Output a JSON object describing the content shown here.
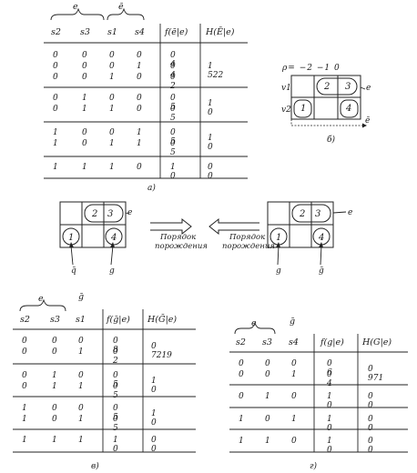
{
  "table_a": {
    "group_e": "e",
    "group_ebar": "ē",
    "headers": [
      "s2",
      "s3",
      "s1",
      "s4",
      "f(ē|e)",
      "H(Ē|e)"
    ],
    "groups": [
      {
        "rows": [
          [
            "0",
            "0",
            "0",
            "0",
            "0 4"
          ],
          [
            "0",
            "0",
            "0",
            "1",
            "0 4"
          ],
          [
            "0",
            "0",
            "1",
            "0",
            "0 2"
          ]
        ],
        "h": "1 522"
      },
      {
        "rows": [
          [
            "0",
            "1",
            "0",
            "0",
            "0 5"
          ],
          [
            "0",
            "1",
            "1",
            "0",
            "0 5"
          ]
        ],
        "h": "1 0"
      },
      {
        "rows": [
          [
            "1",
            "0",
            "0",
            "1",
            "0 5"
          ],
          [
            "1",
            "0",
            "1",
            "1",
            "0 5"
          ]
        ],
        "h": "1 0"
      },
      {
        "rows": [
          [
            "1",
            "1",
            "1",
            "0",
            "1 0"
          ]
        ],
        "h": "0 0"
      }
    ],
    "caption": "а)"
  },
  "diagram_b": {
    "rho_label": "ρ= −2 −1 0",
    "row_labels": [
      "v1",
      "v2"
    ],
    "cells": [
      "2",
      "3",
      "1",
      "4"
    ],
    "e_label": "e",
    "ebar_label": "ē",
    "caption": "б)"
  },
  "middle": {
    "left_cells": [
      "2",
      "3",
      "1",
      "4"
    ],
    "left_e": "e",
    "left_q": "q̄",
    "left_g": "g",
    "right_cells": [
      "2",
      "3",
      "1",
      "4"
    ],
    "right_e": "e",
    "right_g": "g",
    "right_gbar": "ḡ",
    "arrow_text_left_1": "Порядок",
    "arrow_text_left_2": "порождения",
    "arrow_text_right_1": "Порядок",
    "arrow_text_right_2": "порождения"
  },
  "table_v": {
    "group_e": "e",
    "group_gbar": "ḡ",
    "headers": [
      "s2",
      "s3",
      "s1",
      "f(ḡ|e)",
      "H(Ḡ|e)"
    ],
    "groups": [
      {
        "rows": [
          [
            "0",
            "0",
            "0",
            "0 8"
          ],
          [
            "0",
            "0",
            "1",
            "0 2"
          ]
        ],
        "h": "0 7219"
      },
      {
        "rows": [
          [
            "0",
            "1",
            "0",
            "0 5"
          ],
          [
            "0",
            "1",
            "1",
            "0 5"
          ]
        ],
        "h": "1 0"
      },
      {
        "rows": [
          [
            "1",
            "0",
            "0",
            "0 5"
          ],
          [
            "1",
            "0",
            "1",
            "0 5"
          ]
        ],
        "h": "1 0"
      },
      {
        "rows": [
          [
            "1",
            "1",
            "1",
            "1 0"
          ]
        ],
        "h": "0 0"
      }
    ],
    "caption": "в)"
  },
  "table_g": {
    "group_e": "e",
    "group_gbar": "ḡ",
    "headers": [
      "s2",
      "s3",
      "s4",
      "f(g|e)",
      "H(G|e)"
    ],
    "groups": [
      {
        "rows": [
          [
            "0",
            "0",
            "0",
            "0 6"
          ],
          [
            "0",
            "0",
            "1",
            "0 4"
          ]
        ],
        "h": "0 971"
      },
      {
        "rows": [
          [
            "0",
            "1",
            "0",
            "1 0"
          ]
        ],
        "h": "0 0"
      },
      {
        "rows": [
          [
            "1",
            "0",
            "1",
            "1 0"
          ]
        ],
        "h": "0 0"
      },
      {
        "rows": [
          [
            "1",
            "1",
            "0",
            "1 0"
          ]
        ],
        "h": "0 0"
      }
    ],
    "caption": "г)"
  }
}
